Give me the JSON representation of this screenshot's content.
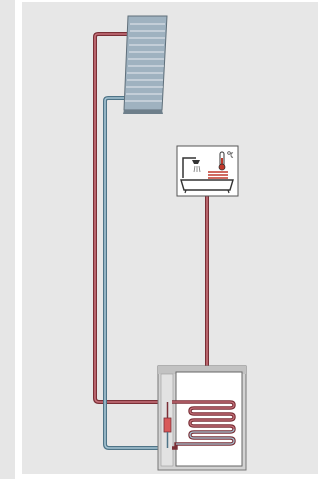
{
  "diagram": {
    "components": [
      {
        "name": "solar-collector",
        "icon": "solar-panel-icon"
      },
      {
        "name": "hot-water-fixture",
        "icon": "shower-bath-icon"
      },
      {
        "name": "storage-tank",
        "icon": "water-tank-icon"
      },
      {
        "name": "heat-exchanger",
        "icon": "coil-icon"
      },
      {
        "name": "pump-station",
        "icon": "pump-icon"
      }
    ],
    "colors": {
      "background": "#e7e7e7",
      "hot_pipe": "#a34a52",
      "cold_pipe": "#6a93a8",
      "collector": "#8fa4b3",
      "tank_jacket": "#d4d4d4",
      "tank_body": "#ffffff",
      "pump": "#c94b4b"
    }
  }
}
